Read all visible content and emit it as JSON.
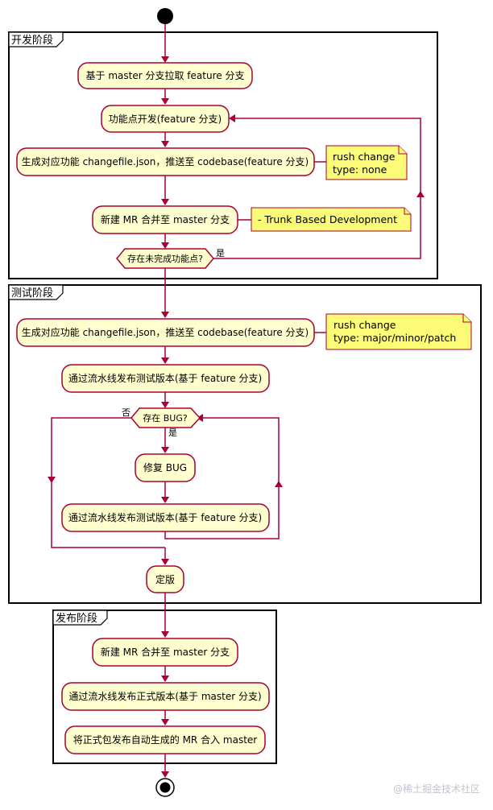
{
  "partitions": {
    "dev": "开发阶段",
    "test": "测试阶段",
    "release": "发布阶段"
  },
  "dev": {
    "a1": "基于 master 分支拉取 feature 分支",
    "a2": "功能点开发(feature 分支)",
    "a3": "生成对应功能 changefile.json，推送至 codebase(feature 分支)",
    "note1": [
      "rush change",
      "type: none"
    ],
    "a4": "新建 MR 合并至 master 分支",
    "note2": "- Trunk Based Development",
    "decision": "存在未完成功能点?",
    "yes": "是"
  },
  "test": {
    "a1": "生成对应功能 changefile.json，推送至 codebase(feature 分支)",
    "note": [
      "rush change",
      "type: major/minor/patch"
    ],
    "a2": "通过流水线发布测试版本(基于 feature 分支)",
    "decision": "存在 BUG?",
    "no": "否",
    "yes": "是",
    "a3": "修复 BUG",
    "a4": "通过流水线发布测试版本(基于 feature 分支)",
    "a5": "定版"
  },
  "release": {
    "a1": "新建 MR 合并至 master 分支",
    "a2": "通过流水线发布正式版本(基于 master 分支)",
    "a3": "将正式包发布自动生成的 MR 合入 master"
  },
  "watermark": "@稀土掘金技术社区",
  "colors": {
    "activity_fill": "#FEFECE",
    "border": "#A80036",
    "note_fill": "#FBFB77"
  }
}
